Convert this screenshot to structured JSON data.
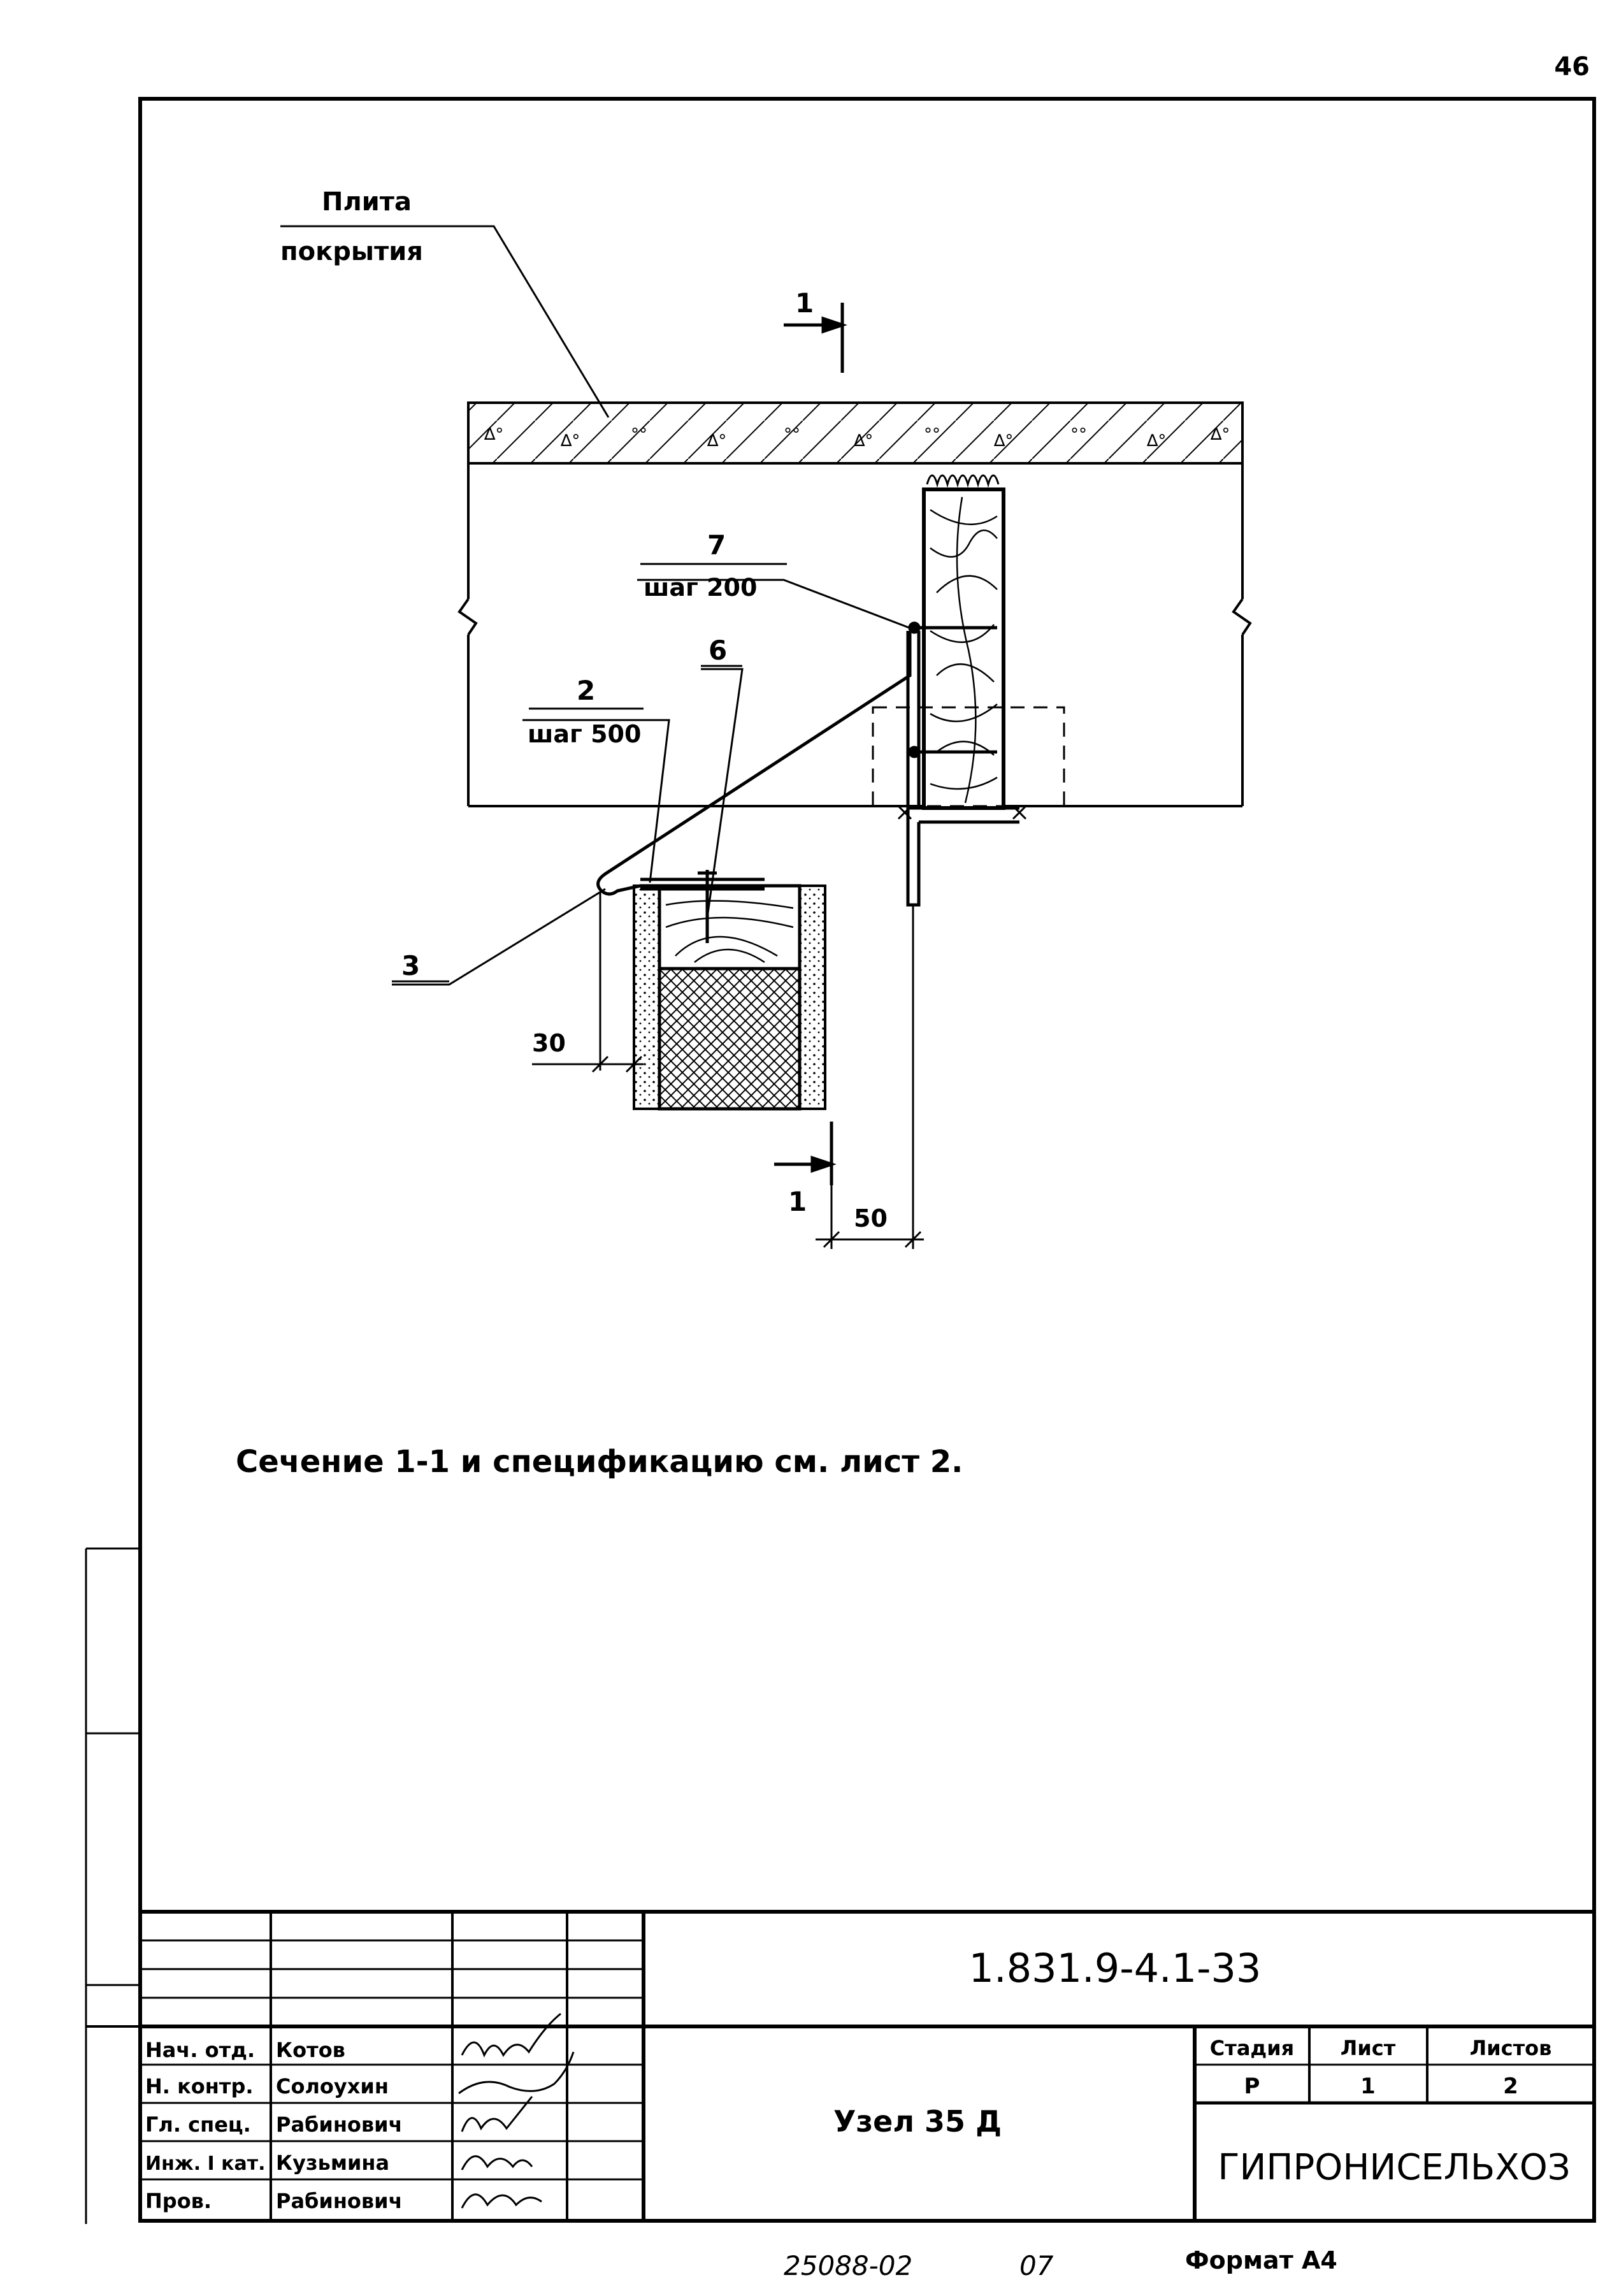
{
  "sheet_number": "46",
  "labels": {
    "slab_line1": "Плита",
    "slab_line2": "покрытия",
    "item7_num": "7",
    "item7_step": "шаг 200",
    "item6_num": "6",
    "item2_num": "2",
    "item2_step": "шаг 500",
    "item3_num": "3",
    "dim_30": "30",
    "dim_50": "50",
    "section_top": "1",
    "section_bottom": "1"
  },
  "note": "Сечение 1-1 и спецификацию см. лист 2.",
  "title_block": {
    "doc_code": "1.831.9-4.1-33",
    "title": "Узел 35 Д",
    "stage_header": "Стадия",
    "sheet_header": "Лист",
    "sheets_header": "Листов",
    "stage": "Р",
    "sheet": "1",
    "sheets": "2",
    "organization": "ГИПРОНИСЕЛЬХОЗ",
    "roles": [
      {
        "role": "Нач. отд.",
        "name": "Котов"
      },
      {
        "role": "Н. контр.",
        "name": "Солоухин"
      },
      {
        "role": "Гл. спец.",
        "name": "Рабинович"
      },
      {
        "role": "Инж. I кат.",
        "name": "Кузьмина"
      },
      {
        "role": "Пров.",
        "name": "Рабинович"
      }
    ]
  },
  "footer": {
    "inventory": "25088-02",
    "suffix": "07",
    "format": "Формат А4"
  }
}
